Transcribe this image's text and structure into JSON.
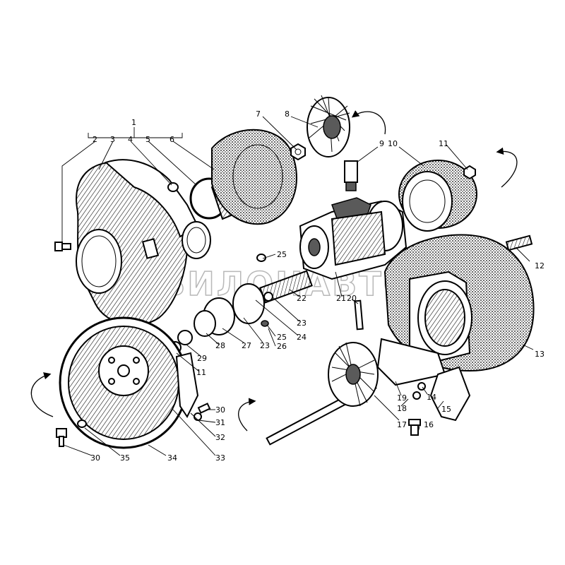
{
  "watermark": "АКВИЛОНАВТО",
  "callouts": [
    {
      "id": "c1",
      "text": "1"
    },
    {
      "id": "c2",
      "text": "2"
    },
    {
      "id": "c3",
      "text": "3"
    },
    {
      "id": "c4",
      "text": "4"
    },
    {
      "id": "c5",
      "text": "5"
    },
    {
      "id": "c6",
      "text": "6"
    },
    {
      "id": "c7",
      "text": "7"
    },
    {
      "id": "c8",
      "text": "8"
    },
    {
      "id": "c9",
      "text": "9"
    },
    {
      "id": "c10",
      "text": "10"
    },
    {
      "id": "c11a",
      "text": "11"
    },
    {
      "id": "c12",
      "text": "12"
    },
    {
      "id": "c13",
      "text": "13"
    },
    {
      "id": "c14",
      "text": "14"
    },
    {
      "id": "c15",
      "text": "15"
    },
    {
      "id": "c16",
      "text": "16"
    },
    {
      "id": "c17",
      "text": "17"
    },
    {
      "id": "c18",
      "text": "18"
    },
    {
      "id": "c19",
      "text": "19"
    },
    {
      "id": "c20",
      "text": "20"
    },
    {
      "id": "c21",
      "text": "21"
    },
    {
      "id": "c22",
      "text": "22"
    },
    {
      "id": "c23a",
      "text": "23"
    },
    {
      "id": "c23b",
      "text": "23"
    },
    {
      "id": "c24",
      "text": "24"
    },
    {
      "id": "c25a",
      "text": "25"
    },
    {
      "id": "c25b",
      "text": "25"
    },
    {
      "id": "c26",
      "text": "26"
    },
    {
      "id": "c27",
      "text": "27"
    },
    {
      "id": "c28",
      "text": "28"
    },
    {
      "id": "c29",
      "text": "29"
    },
    {
      "id": "c11b",
      "text": "11"
    },
    {
      "id": "c30a",
      "text": "30"
    },
    {
      "id": "c30b",
      "text": "30"
    },
    {
      "id": "c31",
      "text": "31"
    },
    {
      "id": "c32",
      "text": "32"
    },
    {
      "id": "c33",
      "text": "33"
    },
    {
      "id": "c34",
      "text": "34"
    },
    {
      "id": "c35",
      "text": "35"
    }
  ]
}
